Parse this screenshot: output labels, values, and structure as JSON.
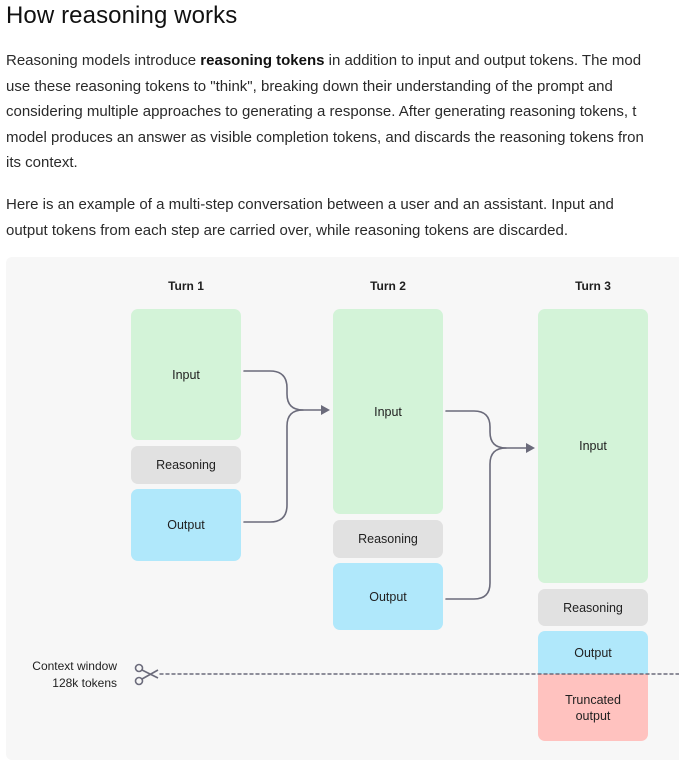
{
  "heading": "How reasoning works",
  "paragraph1": {
    "lines": [
      {
        "before": "Reasoning models introduce ",
        "bold": "reasoning tokens",
        "after": " in addition to input and output tokens. The mod"
      },
      {
        "text": "use these reasoning tokens to \"think\", breaking down their understanding of the prompt and"
      },
      {
        "text": "considering multiple approaches to generating a response. After generating reasoning tokens, t"
      },
      {
        "text": "model produces an answer as visible completion tokens, and discards the reasoning tokens fron"
      },
      {
        "text": "its context."
      }
    ]
  },
  "paragraph2": {
    "lines": [
      "Here is an example of a multi-step conversation between a user and an assistant. Input and",
      "output tokens from each step are carried over, while reasoning tokens are discarded."
    ]
  },
  "diagram": {
    "turns": [
      {
        "title": "Turn 1",
        "input": "Input",
        "reasoning": "Reasoning",
        "output": "Output"
      },
      {
        "title": "Turn 2",
        "input": "Input",
        "reasoning": "Reasoning",
        "output": "Output"
      },
      {
        "title": "Turn 3",
        "input": "Input",
        "reasoning": "Reasoning",
        "output": "Output",
        "truncated": "Truncated output"
      }
    ],
    "context_window": {
      "label": "Context window",
      "size": "128k tokens",
      "icon": "scissors-icon"
    },
    "colors": {
      "input": "#d3f3d8",
      "reasoning": "#e1e1e1",
      "output": "#b0e8fb",
      "truncated": "#ffc2bf",
      "arrow": "#6b6b7b",
      "panel": "#f7f7f7"
    }
  }
}
